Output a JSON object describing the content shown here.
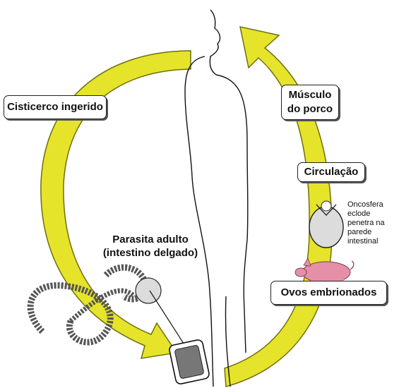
{
  "diagram": {
    "labels": {
      "cisticerco": "Cisticerco ingerido",
      "musculo_line1": "Músculo",
      "musculo_line2": "do porco",
      "circulacao": "Circulação",
      "oncosfera_lines": [
        "Oncosfera",
        "eclode",
        "penetra na",
        "parede",
        "intestinal"
      ],
      "parasita_line1": "Parasita adulto",
      "parasita_line2": "(intestino delgado)",
      "ovos": "Ovos embrionados"
    },
    "colors": {
      "arrow_fill": "#e5e42a",
      "arrow_stroke": "#6f6f10",
      "outline": "#222222",
      "pig": "#e58fa9",
      "oncosphere": "#dcdcdc"
    },
    "icons": [
      "human-silhouette",
      "tapeworm",
      "pig-icon",
      "oncosphere-egg",
      "proglottid-segment"
    ]
  }
}
